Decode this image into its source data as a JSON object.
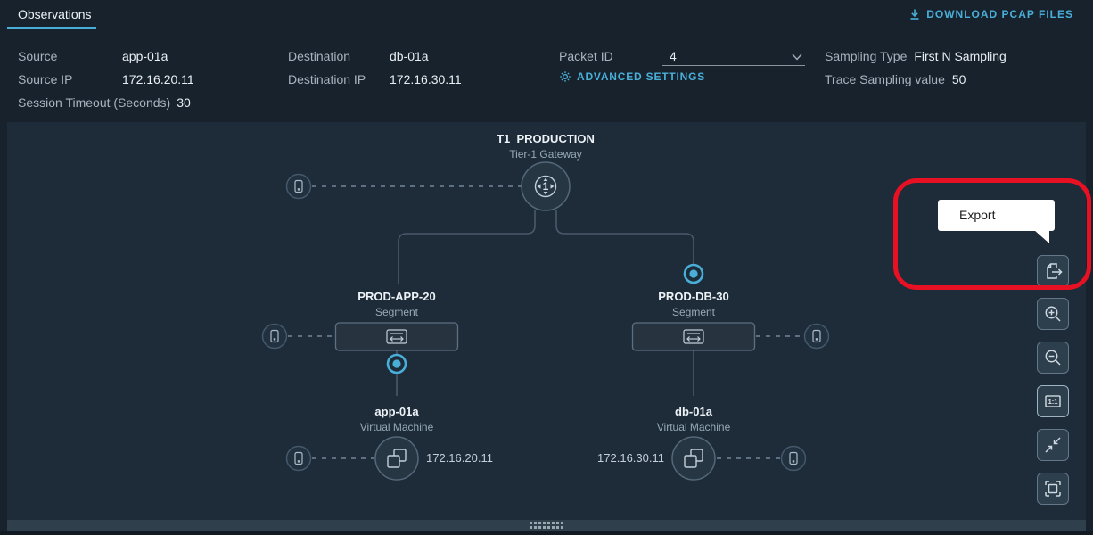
{
  "header": {
    "tab_label": "Observations",
    "download_pcap_label": "DOWNLOAD PCAP FILES",
    "fields": {
      "source": {
        "label": "Source",
        "value": "app-01a"
      },
      "source_ip": {
        "label": "Source IP",
        "value": "172.16.20.11"
      },
      "session_timeout": {
        "label": "Session Timeout (Seconds)",
        "value": "30"
      },
      "destination": {
        "label": "Destination",
        "value": "db-01a"
      },
      "destination_ip": {
        "label": "Destination IP",
        "value": "172.16.30.11"
      },
      "packet_id": {
        "label": "Packet ID",
        "value": "4"
      },
      "advanced_settings_label": "ADVANCED SETTINGS",
      "sampling_type": {
        "label": "Sampling Type",
        "value": "First N Sampling"
      },
      "trace_sampling": {
        "label": "Trace Sampling value",
        "value": "50"
      }
    }
  },
  "topology": {
    "gateway": {
      "name": "T1_PRODUCTION",
      "type": "Tier-1 Gateway"
    },
    "segments": [
      {
        "name": "PROD-APP-20",
        "type": "Segment"
      },
      {
        "name": "PROD-DB-30",
        "type": "Segment"
      }
    ],
    "vms": [
      {
        "name": "app-01a",
        "type": "Virtual Machine",
        "ip": "172.16.20.11"
      },
      {
        "name": "db-01a",
        "type": "Virtual Machine",
        "ip": "172.16.30.11"
      }
    ],
    "observation_points": 2
  },
  "canvas_toolbar": {
    "export_tooltip": "Export",
    "actual_size_label": "1:1",
    "buttons": [
      "export",
      "zoom-in",
      "zoom-out",
      "actual-size",
      "fit-to-screen",
      "fullscreen"
    ]
  },
  "icons": {
    "download": "download-icon",
    "gear": "gear-icon",
    "chevron_down": "chevron-down-icon",
    "tier1_gateway": "tier1-gateway-icon",
    "segment": "segment-icon",
    "virtual_machine": "vm-icon",
    "port": "port-icon",
    "export": "export-icon",
    "zoom_in": "zoom-in-icon",
    "zoom_out": "zoom-out-icon",
    "fit": "fit-to-screen-icon",
    "fullscreen": "fullscreen-icon"
  },
  "colors": {
    "accent_blue": "#49afd9",
    "annotation_red": "#e81123",
    "observation_dot": "#49afd9",
    "canvas_bg": "#1e2c39",
    "tooltip_bg": "#ffffff"
  }
}
